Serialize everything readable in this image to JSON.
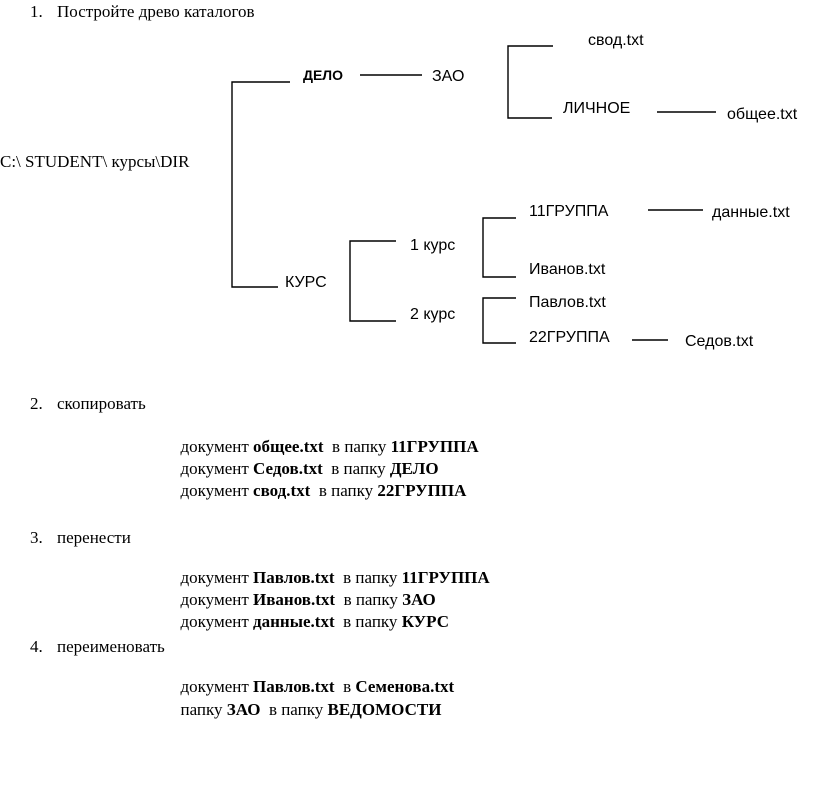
{
  "task1": {
    "number": "1.",
    "text": "Постройте древо каталогов"
  },
  "tree": {
    "root": "C:\\ STUDENT\\ курсы\\DIR",
    "delo": "ДЕЛО",
    "zao": "ЗАО",
    "svod": "свод.txt",
    "lichnoe": "ЛИЧНОЕ",
    "obshchee": "общее.txt",
    "kurs": "КУРС",
    "kurs1": "1 курс",
    "kurs2": "2 курс",
    "group11": "11ГРУППА",
    "dannye": "данные.txt",
    "ivanov": "Иванов.txt",
    "pavlov": "Павлов.txt",
    "group22": "22ГРУППА",
    "sedov": "Седов.txt"
  },
  "task2": {
    "number": "2.",
    "text": "скопировать",
    "lines": [
      {
        "a": "документ ",
        "b": "общее.txt",
        "c": "  в папку ",
        "d": "11ГРУППА"
      },
      {
        "a": "документ ",
        "b": "Седов.txt",
        "c": "  в папку ",
        "d": "ДЕЛО"
      },
      {
        "a": "документ ",
        "b": "свод.txt",
        "c": "  в папку ",
        "d": "22ГРУППА"
      }
    ]
  },
  "task3": {
    "number": "3.",
    "text": "перенести",
    "lines": [
      {
        "a": "документ ",
        "b": "Павлов.txt",
        "c": "  в папку ",
        "d": "11ГРУППА"
      },
      {
        "a": "документ ",
        "b": "Иванов.txt",
        "c": "  в папку ",
        "d": "ЗАО"
      },
      {
        "a": "документ ",
        "b": "данные.txt",
        "c": "  в папку ",
        "d": "КУРС"
      }
    ]
  },
  "task4": {
    "number": "4.",
    "text": "переименовать",
    "lines": [
      {
        "a": "документ ",
        "b": "Павлов.txt",
        "c": "  в ",
        "d": "Семенова.txt"
      },
      {
        "a": "папку ",
        "b": "ЗАО",
        "c": "  в папку ",
        "d": "ВЕДОМОСТИ"
      }
    ]
  }
}
